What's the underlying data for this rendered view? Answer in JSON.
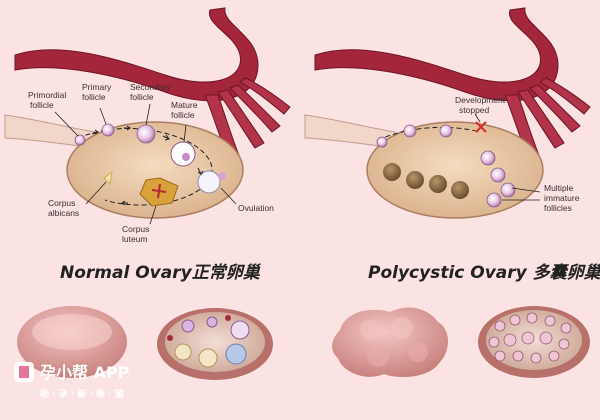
{
  "normal": {
    "labels": {
      "primordial": [
        "Primordial",
        "follicle"
      ],
      "primary": [
        "Primary",
        "follicle"
      ],
      "secondary": [
        "Secondary",
        "follicle"
      ],
      "mature": [
        "Mature",
        "follicle"
      ],
      "corpus_albicans": [
        "Corpus",
        "albicans"
      ],
      "corpus_luteum": [
        "Corpus",
        "luteum"
      ],
      "ovulation": "Ovulation"
    },
    "title": "Normal Ovary正常卵巢"
  },
  "polycystic": {
    "labels": {
      "development_stopped": [
        "Development",
        "stopped"
      ],
      "multiple_immature": [
        "Multiple",
        "immature",
        "follicles"
      ]
    },
    "title": "Polycystic Ovary 多囊卵巢"
  },
  "watermark": {
    "brand": "孕小帮 APP",
    "tagline": "助 · 孕 · 新 · 希 · 望"
  },
  "colors": {
    "background": "#fbe3e4",
    "ovary": "#e9c7a5",
    "tube": "#a3263a",
    "follicle": "#d9a0c6",
    "cyst": "#8b6a45"
  }
}
